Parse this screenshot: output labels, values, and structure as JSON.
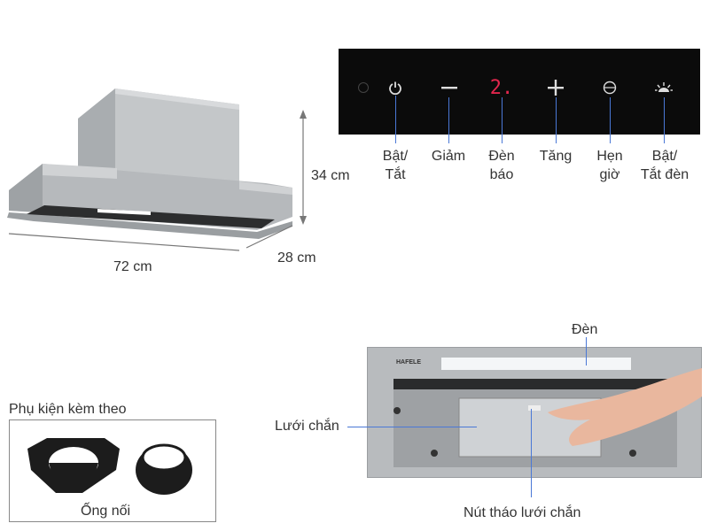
{
  "hood_dimensions": {
    "width": "72 cm",
    "depth": "28 cm",
    "height": "34 cm"
  },
  "control_panel": {
    "display_value": "2.",
    "buttons": [
      {
        "id": "power",
        "label": "Bật/\nTắt",
        "icon": "power-icon"
      },
      {
        "id": "decrease",
        "label": "Giảm",
        "icon": "minus-icon"
      },
      {
        "id": "indicator",
        "label": "Đèn\nbáo",
        "icon": "display-digit"
      },
      {
        "id": "increase",
        "label": "Tăng",
        "icon": "plus-icon"
      },
      {
        "id": "timer",
        "label": "Hẹn\ngiờ",
        "icon": "timer-icon"
      },
      {
        "id": "light",
        "label": "Bật/\nTắt đèn",
        "icon": "lamp-icon"
      }
    ]
  },
  "accessories": {
    "title": "Phụ kiện kèm theo",
    "item": "Ống nối"
  },
  "front_view": {
    "brand": "HAFELE",
    "light_label": "Đèn",
    "filter_label": "Lưới chắn",
    "release_label": "Nút tháo lưới chắn"
  },
  "colors": {
    "callout": "#4a78d6",
    "display_red": "#e2264d",
    "panel": "#0b0b0b",
    "steel": "#b8bbbe"
  }
}
